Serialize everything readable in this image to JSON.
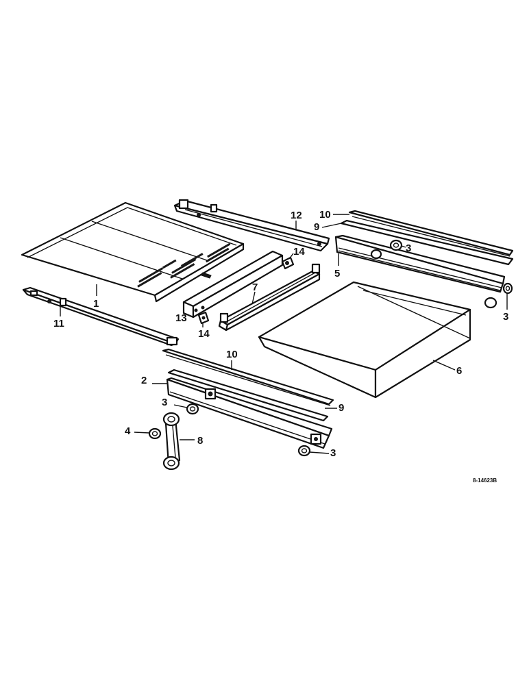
{
  "diagram": {
    "callouts": {
      "c1": "1",
      "c2": "2",
      "c3a": "3",
      "c3b": "3",
      "c3c": "3",
      "c3d": "3",
      "c4": "4",
      "c5": "5",
      "c6": "6",
      "c7": "7",
      "c8": "8",
      "c9a": "9",
      "c9b": "9",
      "c10a": "10",
      "c10b": "10",
      "c11": "11",
      "c12": "12",
      "c13": "13",
      "c14a": "14",
      "c14b": "14"
    },
    "reference_number": "8-14623B"
  }
}
